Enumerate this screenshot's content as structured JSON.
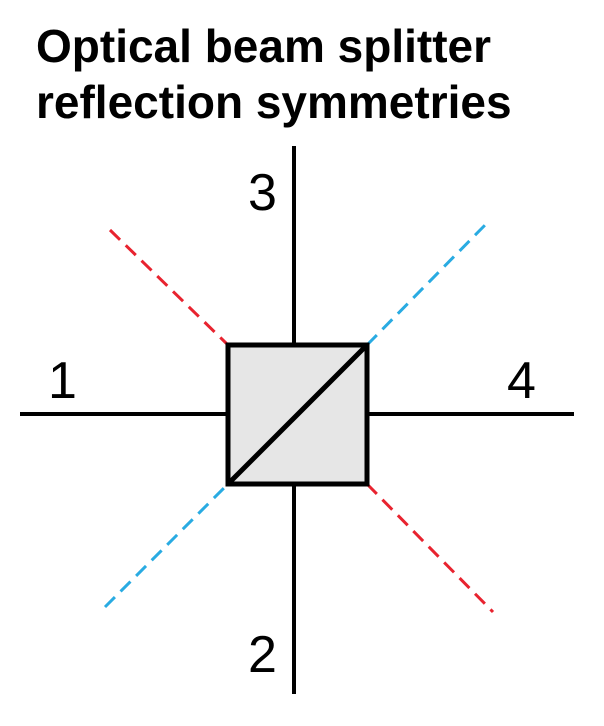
{
  "title": {
    "line1": "Optical beam splitter",
    "line2": "reflection symmetries"
  },
  "ports": {
    "p1": "1",
    "p2": "2",
    "p3": "3",
    "p4": "4"
  },
  "colors": {
    "beam": "#000000",
    "splitter_fill": "#e6e6e6",
    "splitter_stroke": "#000000",
    "symmetry_axis_a": "#e8232f",
    "symmetry_axis_b": "#29abe2"
  }
}
